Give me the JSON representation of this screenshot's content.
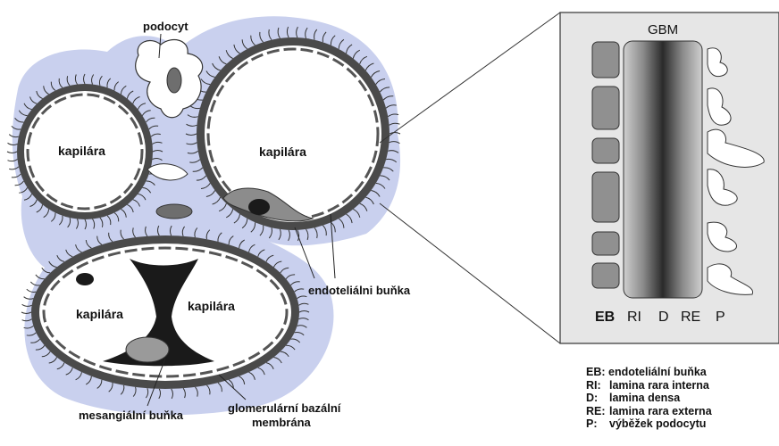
{
  "labels": {
    "podocyte": "podocyt",
    "capillary_1": "kapilára",
    "capillary_2": "kapilára",
    "capillary_3": "kapilára",
    "capillary_4": "kapilára",
    "endothelial_cell": "endoteliálni buňka",
    "mesangial_cell": "mesangiální buňka",
    "gbm_line1": "glomerulární bazální",
    "gbm_line2": "membrána"
  },
  "detail_panel": {
    "title": "GBM",
    "columns": [
      "EB",
      "RI",
      "D",
      "RE",
      "P"
    ]
  },
  "legend": [
    {
      "key": "EB:",
      "text": "endoteliální buňka"
    },
    {
      "key": "RI:",
      "text": "lamina rara interna"
    },
    {
      "key": "D:",
      "text": "lamina densa"
    },
    {
      "key": "RE:",
      "text": "lamina rara externa"
    },
    {
      "key": "P:",
      "text": "výběžek podocytu"
    }
  ],
  "colors": {
    "background_tissue": "#c9d0ee",
    "capillary_wall": "#4a4a4a",
    "lumen": "#ffffff",
    "mesangial": "#1a1a1a",
    "panel_fill": "#e6e6e6"
  }
}
